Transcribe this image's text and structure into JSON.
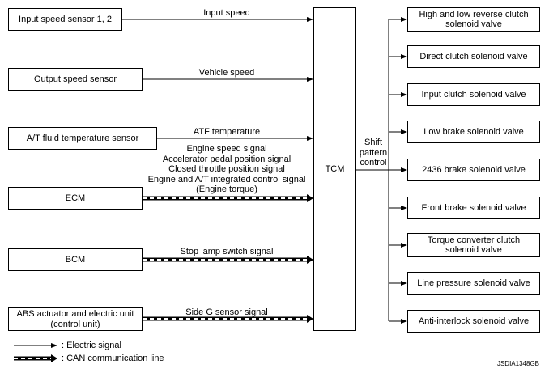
{
  "inputs": [
    {
      "name": "Input speed sensor 1, 2",
      "signal": "Input speed"
    },
    {
      "name": "Output speed sensor",
      "signal": "Vehicle speed"
    },
    {
      "name": "A/T fluid temperature sensor",
      "signal": "ATF temperature"
    },
    {
      "name": "ECM",
      "signal": "Engine speed signal\nAccelerator pedal position signal\nClosed throttle position signal\nEngine and A/T integrated control signal\n(Engine torque)"
    },
    {
      "name": "BCM",
      "signal": "Stop lamp switch signal"
    },
    {
      "name": "ABS actuator and electric unit\n(control unit)",
      "signal": "Side G sensor signal"
    }
  ],
  "tcm": {
    "label": "TCM",
    "output_label": "Shift\npattern\ncontrol"
  },
  "outputs": [
    "High and low reverse clutch\nsolenoid valve",
    "Direct clutch solenoid valve",
    "Input clutch solenoid valve",
    "Low brake solenoid valve",
    "2436 brake solenoid valve",
    "Front brake solenoid valve",
    "Torque converter clutch\nsolenoid valve",
    "Line pressure solenoid valve",
    "Anti-interlock solenoid valve"
  ],
  "legend": {
    "electric": ": Electric signal",
    "can": ": CAN communication line"
  },
  "code": "JSDIA1348GB"
}
